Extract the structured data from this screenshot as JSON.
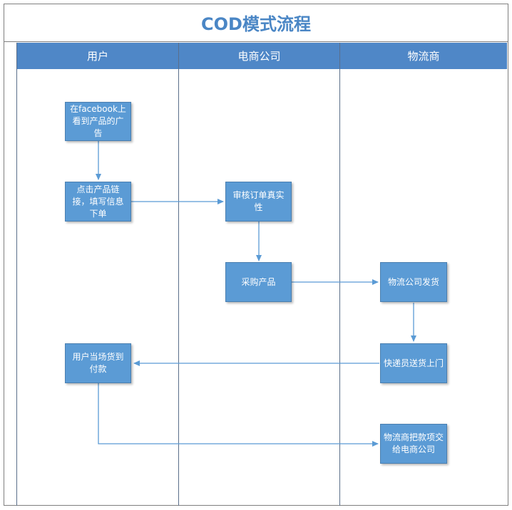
{
  "title": "COD模式流程",
  "lanes": [
    "用户",
    "电商公司",
    "物流商"
  ],
  "steps": {
    "s1": "在facebook上看到产品的广告",
    "s2": "点击产品链接，填写信息下单",
    "s3": "审核订单真实性",
    "s4": "采购产品",
    "s5": "物流公司发货",
    "s6": "快递员送货上门",
    "s7": "用户当场货到付款",
    "s8": "物流商把款项交给电商公司"
  },
  "colors": {
    "title": "#4a86c5",
    "header": "#4f87c7",
    "box": "#5b9bd5",
    "arrow": "#5b9bd5"
  }
}
